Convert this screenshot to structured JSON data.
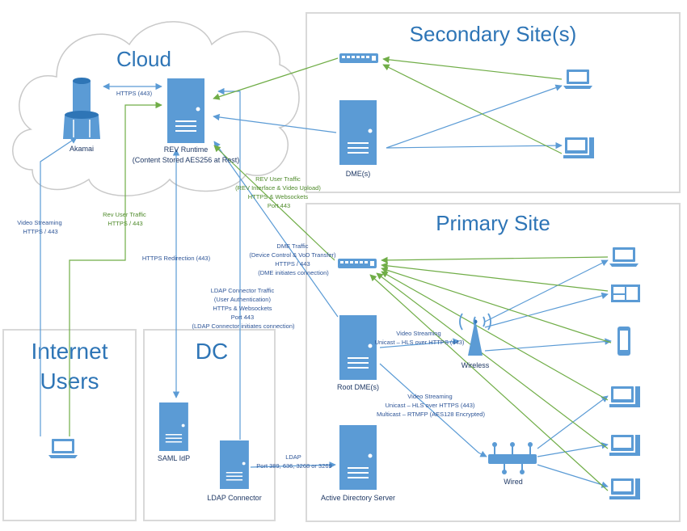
{
  "regions": {
    "cloud": "Cloud",
    "secondary": "Secondary Site(s)",
    "primary": "Primary Site",
    "internet_line1": "Internet",
    "internet_line2": "Users",
    "dc": "DC"
  },
  "devices": {
    "akamai": "Akamai",
    "rev_runtime_line1": "REV Runtime",
    "rev_runtime_line2": "(Content Stored AES256 at Rest)",
    "dme_secondary": "DME(s)",
    "root_dme": "Root DME(s)",
    "saml_idp": "SAML IdP",
    "ldap_connector": "LDAP Connector",
    "active_directory": "Active Directory Server",
    "wireless": "Wireless",
    "wired": "Wired"
  },
  "annotations": {
    "https_443": "HTTPS (443)",
    "video_streaming_internet": [
      "Video Streaming",
      "HTTPS / 443"
    ],
    "rev_user_traffic_small": [
      "Rev User Traffic",
      "HTTPS / 443"
    ],
    "https_redirection": "HTTPS Redirection (443)",
    "rev_user_traffic": [
      "REV User Traffic",
      "(REV Interface & Video Upload)",
      "HTTPS & Websockets",
      "Port 443"
    ],
    "dme_traffic": [
      "DME Traffic",
      "(Device Control & VoD Transfer)",
      "HTTPS / 443",
      "(DME initiates connection)"
    ],
    "ldap_connector_traffic": [
      "LDAP Connector Traffic",
      "(User Authentication)",
      "HTTPs & Websockets",
      "Port 443",
      "(LDAP Connector initiates connection)"
    ],
    "video_streaming_wireless": [
      "Video Streaming",
      "Unicast – HLS over HTTPS (443)"
    ],
    "video_streaming_wired": [
      "Video Streaming",
      "Unicast – HLS over HTTPS (443)",
      "Multicast – RTMFP (AES128 Encrypted)"
    ],
    "ldap": [
      "LDAP",
      "Port 389, 636, 3268 or 3269"
    ]
  },
  "colors": {
    "blue_line": "#5b9bd5",
    "green_line": "#70ad47",
    "device_fill": "#5b9bd5",
    "title_text": "#2e75b6",
    "box_border": "#d9d9d9"
  }
}
